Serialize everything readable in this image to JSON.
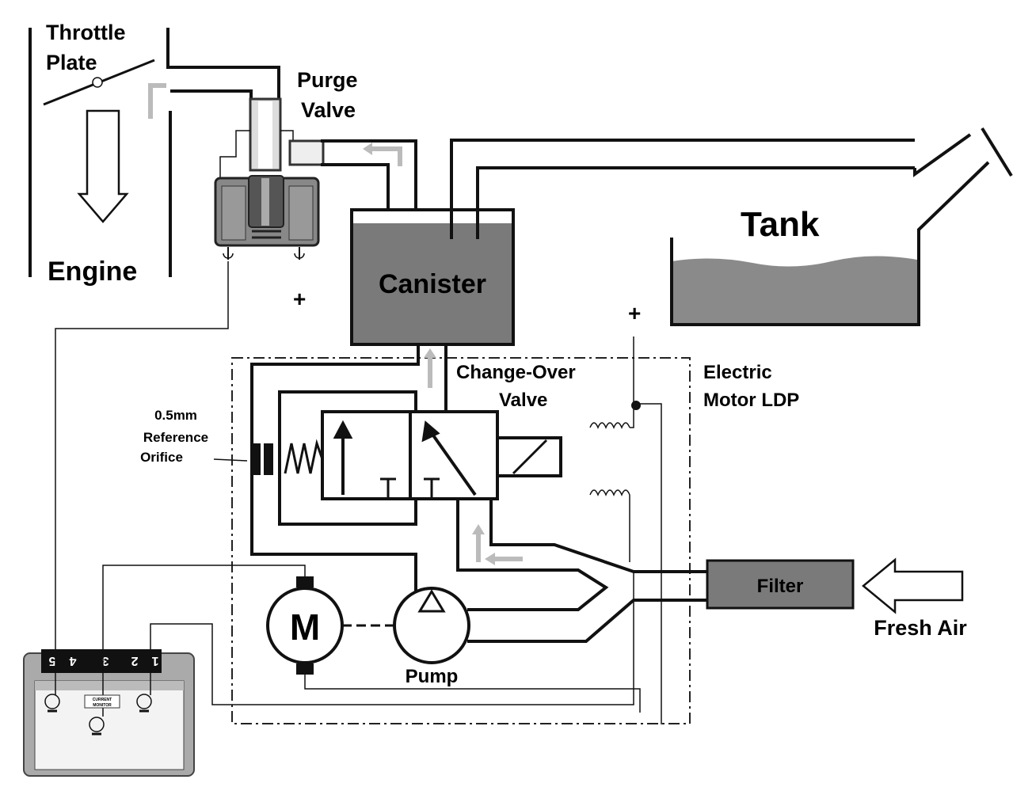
{
  "labels": {
    "throttle_plate": [
      "Throttle",
      "Plate"
    ],
    "engine": "Engine",
    "purge_valve": [
      "Purge",
      "Valve"
    ],
    "canister": "Canister",
    "tank": "Tank",
    "change_over_valve": [
      "Change-Over",
      "Valve"
    ],
    "electric_motor_ldp": [
      "Electric",
      "Motor LDP"
    ],
    "reference_orifice": [
      "0.5mm",
      "Reference",
      "Orifice"
    ],
    "motor": "M",
    "pump": "Pump",
    "filter": "Filter",
    "fresh_air": "Fresh Air",
    "plus_purge": "+",
    "plus_ldp": "+",
    "current_monitor": [
      "CURRENT",
      "MONITOR"
    ],
    "ecu_pins": [
      "5",
      "4",
      "3",
      "2",
      "1"
    ]
  },
  "colors": {
    "canister_fill": "#7a7a7a",
    "filter_fill": "#7a7a7a",
    "fuel": "#8a8a8a",
    "flow_arrow": "#bbbbbb"
  }
}
